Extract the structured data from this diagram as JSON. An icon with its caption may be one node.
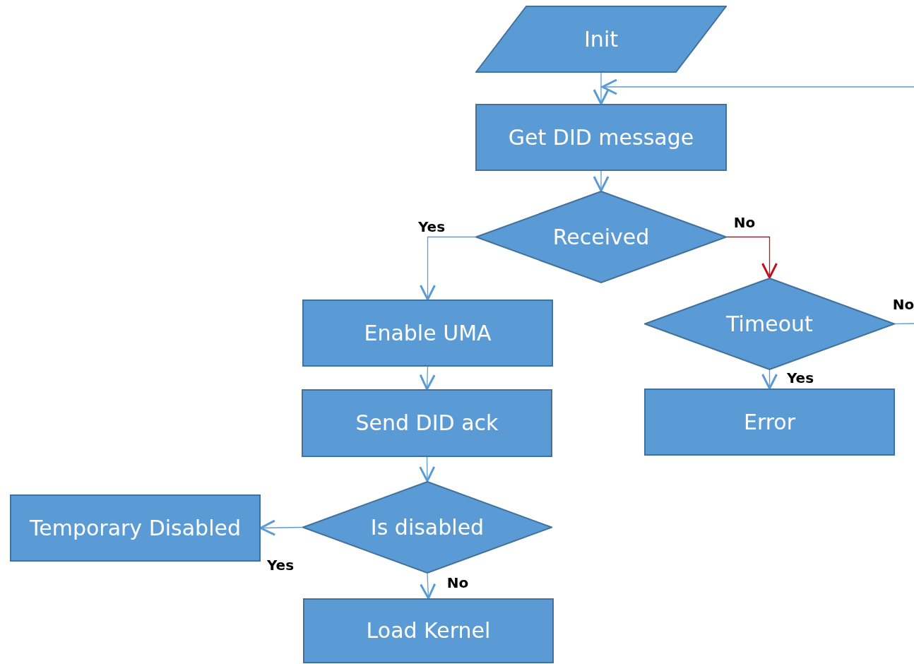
{
  "diagram": {
    "nodes": [
      {
        "text": [
          "Init"
        ]
      },
      {
        "text": [
          "Get DID message"
        ]
      },
      {
        "text": [
          "Received"
        ]
      },
      {
        "text": [
          "Timeout"
        ]
      },
      {
        "text": [
          "Enable UMA"
        ]
      },
      {
        "text": [
          "Send DID ack"
        ]
      },
      {
        "text": [
          "Error"
        ]
      },
      {
        "text": [
          "Temporary Disabled"
        ]
      },
      {
        "text": [
          "Is disabled"
        ]
      },
      {
        "text": [
          "Load Kernel"
        ]
      }
    ],
    "edges": [
      {
        "from": 0,
        "to": 1,
        "arrow": "to"
      },
      {
        "from": null,
        "to": 1,
        "arrow": "to"
      },
      {
        "from": 1,
        "to": 2,
        "arrow": "to"
      },
      {
        "from": 2,
        "to": 4,
        "arrow": "to",
        "label": "Yes"
      },
      {
        "from": 2,
        "to": 3,
        "arrow": "to",
        "label": "No",
        "color": "#c0111f"
      },
      {
        "from": 3,
        "to": null,
        "arrow": "none",
        "label": "No"
      },
      {
        "from": 3,
        "to": 6,
        "arrow": "to",
        "label": "Yes"
      },
      {
        "from": 4,
        "to": 5,
        "arrow": "to"
      },
      {
        "from": 5,
        "to": 8,
        "arrow": "to"
      },
      {
        "from": 8,
        "to": 7,
        "arrow": "to",
        "label": "Yes"
      },
      {
        "from": 8,
        "to": 9,
        "arrow": "to",
        "label": "No"
      }
    ]
  }
}
